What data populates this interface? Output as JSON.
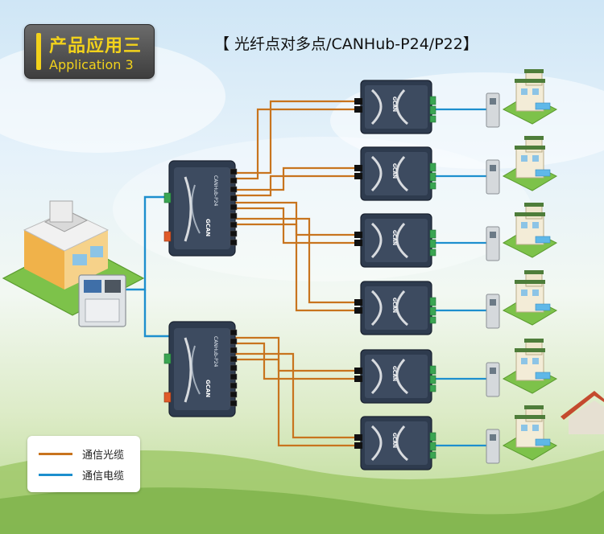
{
  "header": {
    "badge_cn": "产品应用三",
    "badge_en": "Application 3",
    "title": "【 光纤点对多点/CANHub-P24/P22】"
  },
  "hubs": [
    {
      "name": "CANHub-P24"
    },
    {
      "name": "CANHub-P24"
    }
  ],
  "converters_count": 6,
  "brand": "GCAN",
  "legend": {
    "fiber_label": "通信光缆",
    "cable_label": "通信电缆"
  },
  "colors": {
    "fiber": "#c8741e",
    "cable": "#1d8fce",
    "badge_text": "#f2d21b",
    "device_body": "#2e3b4e"
  }
}
